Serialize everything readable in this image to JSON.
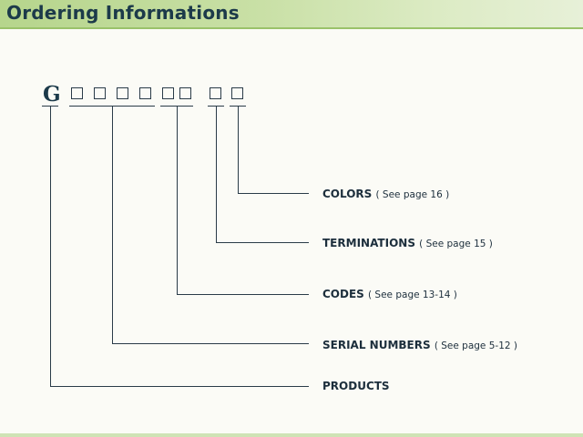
{
  "header": {
    "title": "Ordering Informations"
  },
  "code": {
    "prefix": "G"
  },
  "callouts": [
    {
      "label": "COLORS",
      "ref": "( See page 16 )"
    },
    {
      "label": "TERMINATIONS",
      "ref": "( See page 15 )"
    },
    {
      "label": "CODES",
      "ref": "( See page 13-14 )"
    },
    {
      "label": "SERIAL NUMBERS",
      "ref": "( See page 5-12 )"
    },
    {
      "label": "PRODUCTS",
      "ref": ""
    }
  ],
  "colors": {
    "header_green": "#b6d58c",
    "text_navy": "#1c3a4a"
  }
}
